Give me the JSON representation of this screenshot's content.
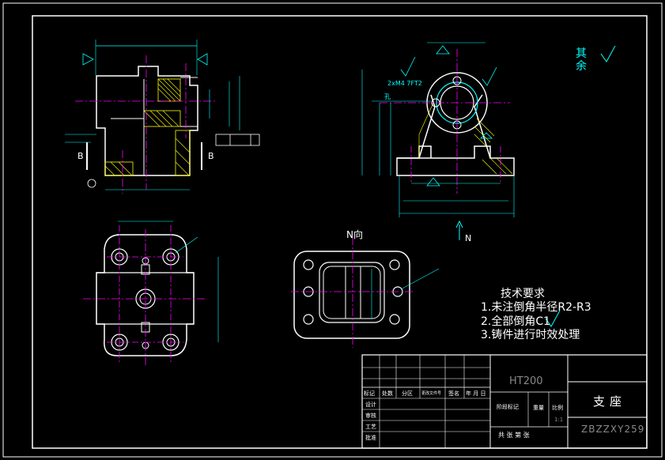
{
  "drawing": {
    "annotations": {
      "other_roughness": "其余",
      "section_left": "B",
      "section_right": "B",
      "view_direction": "N向",
      "arrow_n": "N",
      "hole_callout": "2xM4 7FT2",
      "hole_note": "孔"
    },
    "tech_requirements": {
      "title": "技术要求",
      "items": [
        "1.未注倒角半径R2-R3",
        "2.全部倒角C1",
        "3.铸件进行时效处理"
      ]
    },
    "title_block": {
      "material": "HT200",
      "part_name": "支座",
      "drawing_code": "ZBZZXY259",
      "scale": "1:1",
      "row_labels": [
        "标记",
        "设计",
        "审核",
        "工艺",
        "批准"
      ],
      "header_cells": [
        "处数",
        "分区",
        "更改文件号",
        "签名",
        "年 月 日"
      ],
      "stage_label": "阶段标记",
      "weight_label": "重量",
      "scale_label": "比例",
      "sheets_label": "共 张 第 张"
    },
    "colors": {
      "outline": "#ffffff",
      "center_line": "#ff00ff",
      "dimension": "#00ffff",
      "hatch": "#ffff00",
      "background": "#000000"
    }
  }
}
